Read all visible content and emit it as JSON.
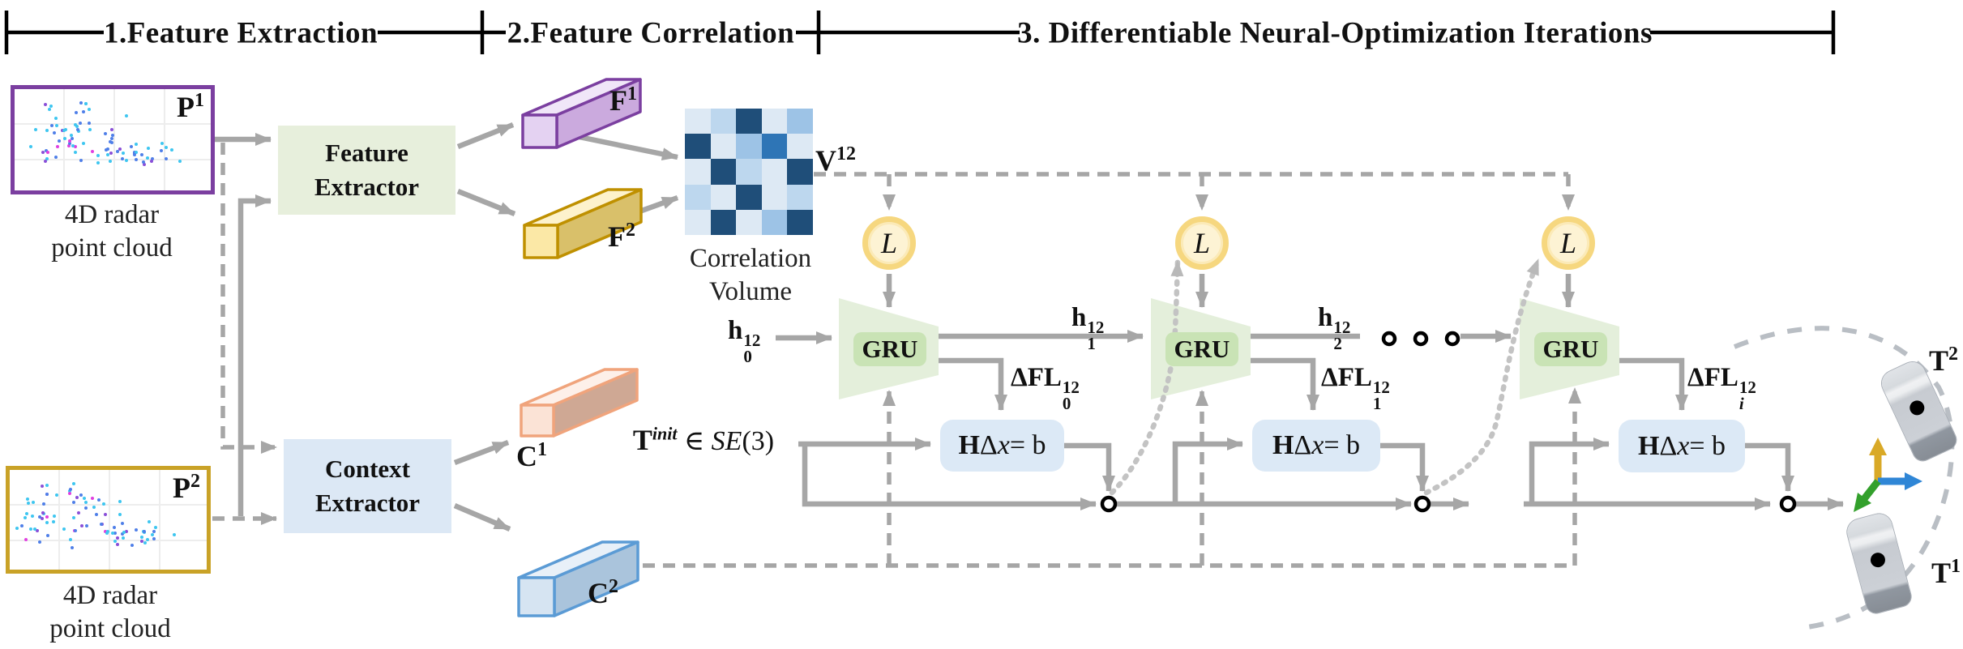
{
  "sections": {
    "s1": "1.Feature Extraction",
    "s2": "2.Feature Correlation",
    "s3": "3. Differentiable Neural-Optimization Iterations"
  },
  "inputs": {
    "p1": {
      "base": "P",
      "sup": "1"
    },
    "p2": {
      "base": "P",
      "sup": "2"
    },
    "caption": {
      "l1": "4D radar",
      "l2": "point cloud"
    }
  },
  "extractors": {
    "feature": {
      "l1": "Feature",
      "l2": "Extractor"
    },
    "context": {
      "l1": "Context",
      "l2": "Extractor"
    }
  },
  "features": {
    "f1": {
      "base": "F",
      "sup": "1"
    },
    "f2": {
      "base": "F",
      "sup": "2"
    },
    "c1": {
      "base": "C",
      "sup": "1"
    },
    "c2": {
      "base": "C",
      "sup": "2"
    }
  },
  "correlation": {
    "v12": {
      "base": "V",
      "sup": "12"
    },
    "caption": {
      "l1": "Correlation",
      "l2": "Volume"
    },
    "palette": {
      "d": "#1f4e79",
      "m": "#2e75b6",
      "b": "#9dc3e6",
      "l": "#bdd7ee",
      "w": "#dde9f4"
    },
    "cells": [
      "w",
      "l",
      "d",
      "w",
      "b",
      "d",
      "w",
      "b",
      "m",
      "w",
      "w",
      "d",
      "l",
      "w",
      "d",
      "l",
      "w",
      "d",
      "w",
      "l",
      "w",
      "d",
      "w",
      "b",
      "d"
    ]
  },
  "iteration": {
    "lookup": "L",
    "gru": "GRU",
    "h0": {
      "base": "h",
      "sup": "12",
      "sub": "0"
    },
    "h1": {
      "base": "h",
      "sup": "12",
      "sub": "1"
    },
    "h2": {
      "base": "h",
      "sup": "12",
      "sub": "2"
    },
    "dfl0": {
      "base": "ΔFL",
      "sup": "12",
      "sub": "0"
    },
    "dfl1": {
      "base": "ΔFL",
      "sup": "12",
      "sub": "1"
    },
    "dfli": {
      "base": "ΔFL",
      "sup": "12",
      "sub": "i"
    },
    "solver": {
      "h": "H",
      "d": "Δ",
      "x": "x",
      "eq": " = b"
    },
    "tinit": {
      "t": "T",
      "sup": "init",
      "mid": " ∈ ",
      "se": "SE",
      "paren": "(3)"
    }
  },
  "outputs": {
    "t2": {
      "base": "T",
      "sup": "2"
    },
    "t1": {
      "base": "T",
      "sup": "1"
    }
  },
  "point_cloud": {
    "colors": [
      "#3ec6f0",
      "#4f7fe8",
      "#8a4fd8",
      "#e040e0"
    ]
  },
  "colors": {
    "arrow_gray": "#a6a6a6",
    "dotted_gray": "#c6c6c6",
    "green_box": "#e7efdc",
    "blue_box": "#dce8f5",
    "gru_fill": "#e4efdb",
    "gru_chip": "#c9e3b5",
    "lookup_ring": "#f6d77f",
    "lookup_fill": "#fdf3d4",
    "solver_fill": "#dce9f6",
    "p1_border": "#7b3fa0",
    "p2_border": "#c9a227",
    "f1_stroke": "#7b3fa0",
    "f2_stroke": "#bf9000",
    "c1_stroke": "#f0a47c",
    "c2_stroke": "#5b9bd5",
    "axis_up": "#d9a927",
    "axis_right": "#2f86d6",
    "axis_diag": "#33a02c"
  }
}
